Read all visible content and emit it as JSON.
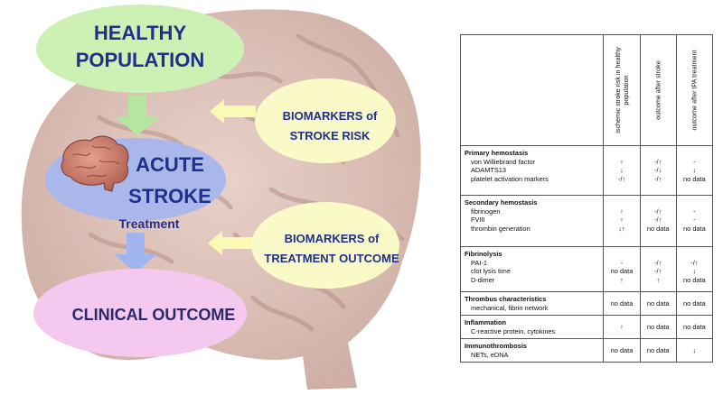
{
  "diagram": {
    "healthy_population": [
      "HEALTHY",
      "POPULATION"
    ],
    "acute_stroke": [
      "ACUTE",
      "STROKE"
    ],
    "treatment_label": "Treatment",
    "clinical_outcome": "CLINICAL OUTCOME",
    "biomarkers_risk": [
      "BIOMARKERS of",
      "STROKE RISK"
    ],
    "biomarkers_outcome": [
      "BIOMARKERS of",
      "TREATMENT OUTCOME"
    ],
    "icons": [
      "brain-outline-image",
      "brain-icon",
      "arrow-down",
      "arrow-left"
    ],
    "colors": {
      "healthy": "#cdf0b4",
      "acute": "#aab7ea",
      "clinical": "#f5c8f0",
      "biomarker": "#fafac8",
      "arrow_down": "#b4e6a0",
      "arrow_down_blue": "#a0b4f0",
      "arrow_left": "#fafab4",
      "text": "#1f2f8a"
    }
  },
  "table": {
    "headers": [
      "ischemic stroke risk in healthy population",
      "outcome after stroke",
      "outcome after tPA treatment"
    ],
    "rows": [
      {
        "category": "Primary hemostasis",
        "items": [
          "von Williebrand factor",
          "ADAMTS13",
          "platelet activation markers"
        ],
        "risk": [
          "↑",
          "↓",
          "-/↑"
        ],
        "outcome": [
          "-/↑",
          "-/↓",
          "-/↑"
        ],
        "tpa": [
          "-",
          "↓",
          "no data"
        ]
      },
      {
        "category": "Secondary hemostasis",
        "items": [
          "fibrinogen",
          "FVIII",
          "thrombin generation"
        ],
        "risk": [
          "↑",
          "↑",
          "↓↑"
        ],
        "outcome": [
          "-/↑",
          "-/↑",
          "no data"
        ],
        "tpa": [
          "-",
          "-",
          "no data"
        ]
      },
      {
        "category": "Fibrinolysis",
        "items": [
          "PAI-1",
          "clot lysis time",
          "D-dimer"
        ],
        "risk": [
          "-",
          "no data",
          "↑"
        ],
        "outcome": [
          "-/↑",
          "-/↑",
          "↑"
        ],
        "tpa": [
          "-/↑",
          "↓",
          "no data"
        ]
      },
      {
        "category": "Thrombus characteristics",
        "items": [
          "mechanical, fibrin network"
        ],
        "risk": [
          "no data"
        ],
        "outcome": [
          "no data"
        ],
        "tpa": [
          "no data"
        ]
      },
      {
        "category": "Inflammation",
        "items": [
          "C-reactive protein, cytokines"
        ],
        "risk": [
          "↑"
        ],
        "outcome": [
          "no data"
        ],
        "tpa": [
          "no data"
        ]
      },
      {
        "category": "Immunothrombosis",
        "items": [
          "NETs, eDNA"
        ],
        "risk": [
          "no data"
        ],
        "outcome": [
          "no data"
        ],
        "tpa": [
          "↓"
        ]
      }
    ]
  }
}
